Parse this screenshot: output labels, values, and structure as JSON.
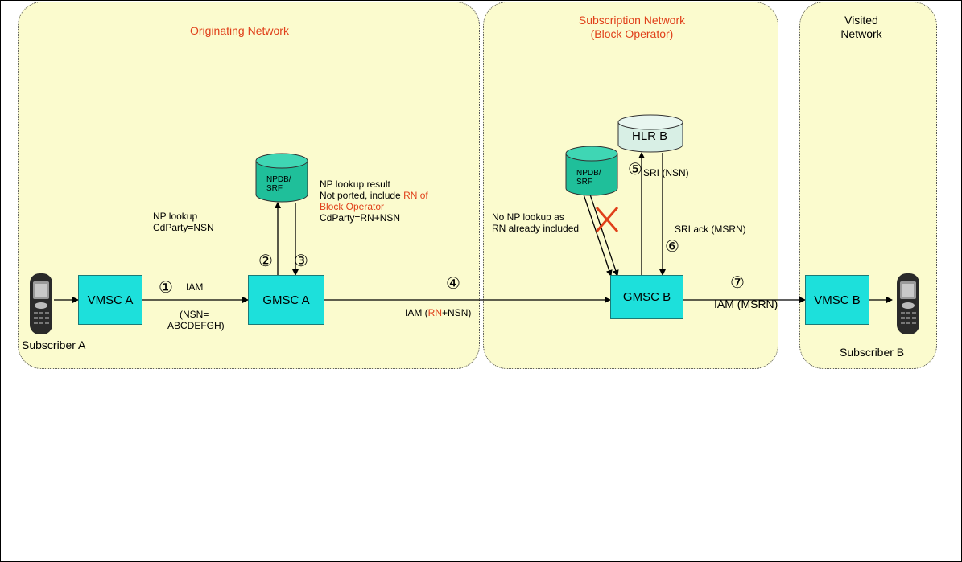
{
  "networks": {
    "originating": {
      "title": "Originating Network"
    },
    "subscription": {
      "title_line1": "Subscription Network",
      "title_line2": "(Block Operator)"
    },
    "visited": {
      "title_line1": "Visited",
      "title_line2": "Network"
    }
  },
  "nodes": {
    "vmsc_a": "VMSC A",
    "gmsc_a": "GMSC A",
    "gmsc_b": "GMSC B",
    "vmsc_b": "VMSC B",
    "npdb_a": {
      "line1": "NPDB/",
      "line2": "SRF"
    },
    "npdb_b": {
      "line1": "NPDB/",
      "line2": "SRF"
    },
    "hlr_b": "HLR B"
  },
  "subscribers": {
    "a": "Subscriber A",
    "b": "Subscriber B"
  },
  "labels": {
    "np_lookup_1": "NP lookup",
    "np_lookup_2": "CdParty=NSN",
    "np_result_1": "NP lookup result",
    "np_result_2a": "Not ported, include ",
    "np_result_2b": "RN of",
    "np_result_3": "Block Operator",
    "np_result_4": "CdParty=RN+NSN",
    "iam": "IAM",
    "nsn_1": "(NSN=",
    "nsn_2": "ABCDEFGH)",
    "iam_rn_pre": "IAM (",
    "iam_rn_rn": "RN",
    "iam_rn_post": "+NSN)",
    "no_np_1": "No NP lookup as",
    "no_np_2": "RN already included",
    "sri": "SRI (NSN)",
    "sri_ack": "SRI ack (MSRN)",
    "iam_msrn": "IAM (MSRN)"
  },
  "steps": [
    "①",
    "②",
    "③",
    "④",
    "⑤",
    "⑥",
    "⑦"
  ],
  "colors": {
    "network_fill": "#fbfbce",
    "msc_fill": "#1de0db",
    "npdb_fill": "#1fbf9a",
    "hlr_fill": "#d8efe5",
    "highlight_red": "#e0401a"
  }
}
